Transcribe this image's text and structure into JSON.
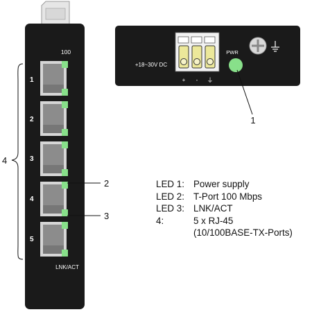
{
  "ports": {
    "top_speed_label": "100",
    "bottom_label": "LNK/ACT",
    "numbers": [
      "1",
      "2",
      "3",
      "4",
      "5"
    ]
  },
  "power_panel": {
    "voltage_label": "+18~30V DC",
    "terminal_marks": [
      "+",
      "-",
      "⏚"
    ],
    "pwr_label": "PWR"
  },
  "callouts": {
    "c1": "1",
    "c2": "2",
    "c3": "3",
    "c4": "4"
  },
  "legend": [
    {
      "key": "LED 1:",
      "value": "Power supply"
    },
    {
      "key": "LED 2:",
      "value": "T-Port 100 Mbps"
    },
    {
      "key": "LED 3:",
      "value": "LNK/ACT"
    },
    {
      "key": "4:",
      "value": "5 x RJ-45"
    },
    {
      "key": "",
      "value": "(10/100BASE-TX-Ports)"
    }
  ],
  "colors": {
    "housing": "#1a1a1a",
    "port": "#8c8c8c",
    "led": "#88e08a",
    "terminal_yellow": "#ece89a"
  }
}
